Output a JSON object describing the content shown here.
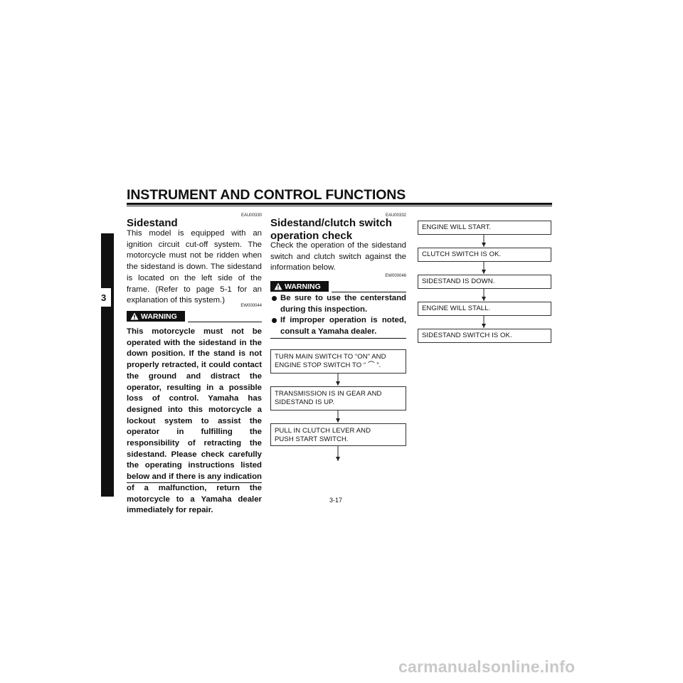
{
  "header": {
    "title": "INSTRUMENT AND CONTROL FUNCTIONS"
  },
  "chapter": {
    "number": "3"
  },
  "sidestand": {
    "code": "EAU00330",
    "title": "Sidestand",
    "body": "This model is equipped with an ignition circuit cut-off system. The motorcycle must not be ridden when the sidestand is down. The sidestand is located on the left side of the frame. (Refer to page 5-1 for an explanation of this system.)",
    "warning_code": "EW000044",
    "warning_label": "WARNING",
    "warning_text": "This motorcycle must not be operated with the sidestand in the down position. If the stand is not properly retracted, it could contact the ground and distract the operator, resulting in a possible loss of control. Yamaha has designed into this motorcycle a lockout system to assist the operator in fulfilling the responsibility of retracting the sidestand. Please check carefully the operating instructions listed below and if there is any indication of a malfunction, return the motorcycle to a Yamaha dealer immediately for repair."
  },
  "check": {
    "code": "EAU00332",
    "title_line1": "Sidestand/clutch switch",
    "title_line2": "operation check",
    "body": "Check the operation of the sidestand switch and clutch switch against the information below.",
    "warning_code": "EW000046",
    "warning_label": "WARNING",
    "bullets": [
      "Be sure to use the centerstand during this inspection.",
      "If improper operation is noted, consult a Yamaha dealer."
    ]
  },
  "flow_left": [
    "TURN MAIN SWITCH TO “ON” AND\nENGINE STOP SWITCH TO “ ⌒ ”.",
    "TRANSMISSION IS IN GEAR AND\nSIDESTAND IS UP.",
    "PULL IN CLUTCH LEVER AND\nPUSH START SWITCH."
  ],
  "flow_right": [
    "ENGINE WILL START.",
    "CLUTCH SWITCH IS OK.",
    "SIDESTAND IS DOWN.",
    "ENGINE WILL STALL.",
    "SIDESTAND SWITCH IS OK."
  ],
  "footer": {
    "page_number": "3-17",
    "watermark": "carmanualsonline.info"
  }
}
